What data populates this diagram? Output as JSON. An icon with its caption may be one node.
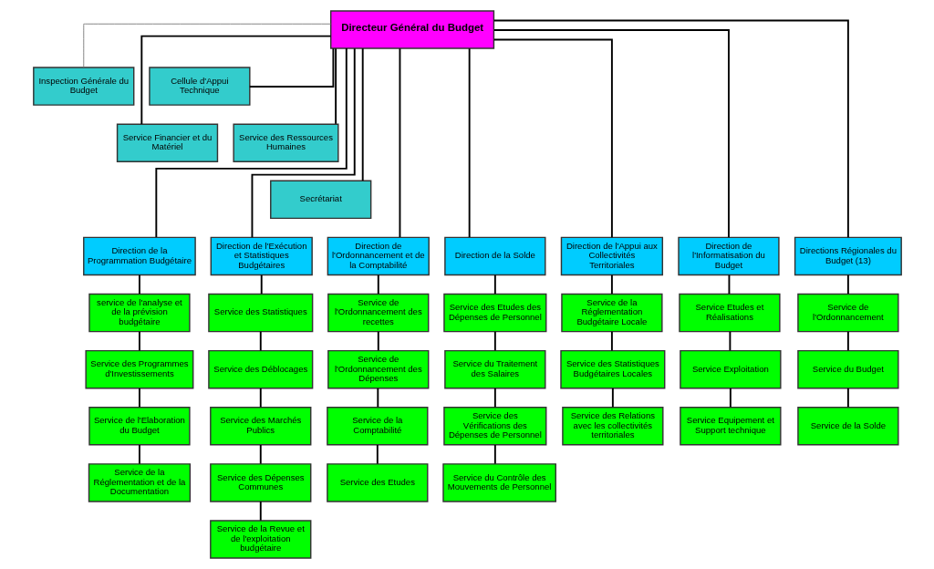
{
  "diagram": {
    "nodes": [
      {
        "text": [
          "Directeur Général du Budget"
        ]
      },
      {
        "text": [
          "Inspection Générale du Budget"
        ]
      },
      {
        "text": [
          "Cellule d'Appui Technique"
        ]
      },
      {
        "text": [
          "Service Financier et du Matériel"
        ]
      },
      {
        "text": [
          "Service des Ressources Humaines"
        ]
      },
      {
        "text": [
          "Secrétariat"
        ]
      },
      {
        "text": [
          "Direction de la Programmation Budgétaire"
        ]
      },
      {
        "text": [
          "service de l'analyse et de la prévision budgétaire"
        ]
      },
      {
        "text": [
          "Service des Programmes d'Investissements"
        ]
      },
      {
        "text": [
          "Service de l'Elaboration du Budget"
        ]
      },
      {
        "text": [
          "Service de la Réglementation et de la Documentation"
        ]
      },
      {
        "text": [
          "Direction de l'Exécution et Statistiques Budgétaires"
        ]
      },
      {
        "text": [
          "Service des Statistiques"
        ]
      },
      {
        "text": [
          "Service des Déblocages"
        ]
      },
      {
        "text": [
          "Service des Marchés Publics"
        ]
      },
      {
        "text": [
          "Service des Dépenses Communes"
        ]
      },
      {
        "text": [
          "Service de la Revue et de l'exploitation budgétaire"
        ]
      },
      {
        "text": [
          "Direction de l'Ordonnancement et de la Comptabilité"
        ]
      },
      {
        "text": [
          "Service de l'Ordonnancement des recettes"
        ]
      },
      {
        "text": [
          "Service de l'Ordonnancement des Dépenses"
        ]
      },
      {
        "text": [
          "Service de la Comptabilité"
        ]
      },
      {
        "text": [
          "Service des Etudes"
        ]
      },
      {
        "text": [
          "Direction de la Solde"
        ]
      },
      {
        "text": [
          "Service des Etudes des Dépenses de Personnel"
        ]
      },
      {
        "text": [
          "Service du Traitement des Salaires"
        ]
      },
      {
        "text": [
          "Service des Vérifications des Dépenses de Personnel"
        ]
      },
      {
        "text": [
          "Service du Contrôle des Mouvements de Personnel"
        ]
      },
      {
        "text": [
          "Direction de l'Appui aux Collectivités Territoriales"
        ]
      },
      {
        "text": [
          "Service de la Réglementation Budgétaire Locale"
        ]
      },
      {
        "text": [
          "Service des Statistiques Budgétaires Locales"
        ]
      },
      {
        "text": [
          "Service des Relations avec les collectivités territoriales"
        ]
      },
      {
        "text": [
          "Direction de l'Informatisation du Budget"
        ]
      },
      {
        "text": [
          "Service Etudes et Réalisations"
        ]
      },
      {
        "text": [
          "Service Exploitation"
        ]
      },
      {
        "text": [
          "Service Equipement et Support technique"
        ]
      },
      {
        "text": [
          "Directions Régionales du Budget (13)"
        ]
      },
      {
        "text": [
          "Service de l'Ordonnancement"
        ]
      },
      {
        "text": [
          "Service du Budget"
        ]
      },
      {
        "text": [
          "Service de la Solde"
        ]
      }
    ],
    "edges": [
      {
        "from": 0,
        "to": 1,
        "arrow": "none",
        "color": "#808080"
      },
      {
        "from": 0,
        "to": 2,
        "arrow": "none"
      },
      {
        "from": 0,
        "to": 3,
        "arrow": "none"
      },
      {
        "from": 0,
        "to": 4,
        "arrow": "none"
      },
      {
        "from": 0,
        "to": 5,
        "arrow": "none"
      },
      {
        "from": 0,
        "to": 6,
        "arrow": "none"
      },
      {
        "from": 0,
        "to": 11,
        "arrow": "none"
      },
      {
        "from": 0,
        "to": 17,
        "arrow": "none"
      },
      {
        "from": 0,
        "to": 22,
        "arrow": "none"
      },
      {
        "from": 0,
        "to": 27,
        "arrow": "none"
      },
      {
        "from": 0,
        "to": 31,
        "arrow": "none"
      },
      {
        "from": 0,
        "to": 35,
        "arrow": "none"
      },
      {
        "from": 6,
        "to": 7,
        "arrow": "none"
      },
      {
        "from": 7,
        "to": 8,
        "arrow": "none"
      },
      {
        "from": 8,
        "to": 9,
        "arrow": "none"
      },
      {
        "from": 9,
        "to": 10,
        "arrow": "none"
      },
      {
        "from": 11,
        "to": 12,
        "arrow": "none"
      },
      {
        "from": 12,
        "to": 13,
        "arrow": "none"
      },
      {
        "from": 13,
        "to": 14,
        "arrow": "none"
      },
      {
        "from": 14,
        "to": 15,
        "arrow": "none"
      },
      {
        "from": 15,
        "to": 16,
        "arrow": "none"
      },
      {
        "from": 17,
        "to": 18,
        "arrow": "none"
      },
      {
        "from": 18,
        "to": 19,
        "arrow": "none"
      },
      {
        "from": 19,
        "to": 20,
        "arrow": "none"
      },
      {
        "from": 20,
        "to": 21,
        "arrow": "none"
      },
      {
        "from": 22,
        "to": 23,
        "arrow": "none"
      },
      {
        "from": 23,
        "to": 24,
        "arrow": "none"
      },
      {
        "from": 24,
        "to": 25,
        "arrow": "none"
      },
      {
        "from": 25,
        "to": 26,
        "arrow": "none"
      },
      {
        "from": 27,
        "to": 28,
        "arrow": "none"
      },
      {
        "from": 28,
        "to": 29,
        "arrow": "none"
      },
      {
        "from": 29,
        "to": 30,
        "arrow": "none"
      },
      {
        "from": 31,
        "to": 32,
        "arrow": "none"
      },
      {
        "from": 32,
        "to": 33,
        "arrow": "none"
      },
      {
        "from": 33,
        "to": 34,
        "arrow": "none"
      },
      {
        "from": 35,
        "to": 36,
        "arrow": "none"
      },
      {
        "from": 36,
        "to": 37,
        "arrow": "none"
      },
      {
        "from": 37,
        "to": 38,
        "arrow": "none"
      }
    ]
  }
}
